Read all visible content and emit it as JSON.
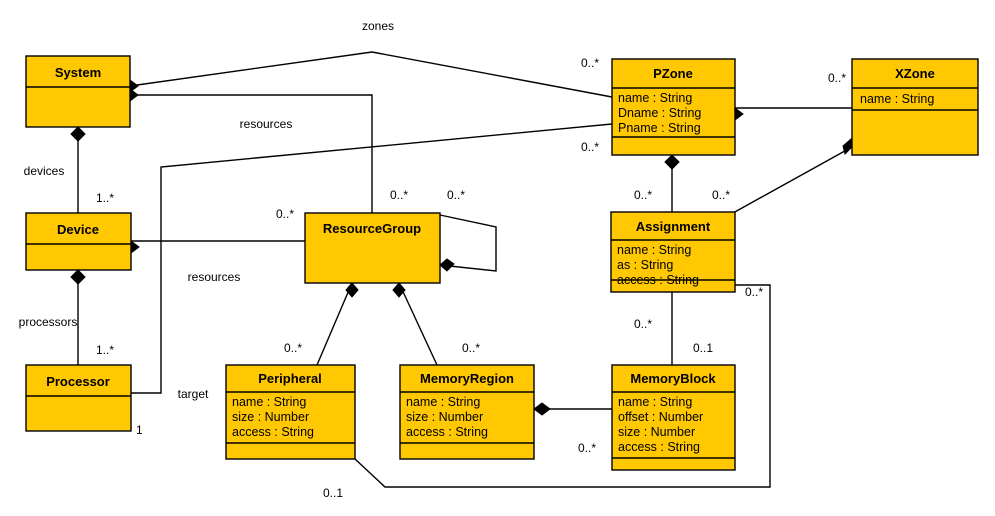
{
  "diagram": {
    "type": "uml-class-diagram",
    "background": "#FFFFFF",
    "class_fill": "#FFC800",
    "stroke": "#000000"
  },
  "classes": [
    {
      "id": "system",
      "name": "System",
      "attributes": []
    },
    {
      "id": "device",
      "name": "Device",
      "attributes": []
    },
    {
      "id": "processor",
      "name": "Processor",
      "attributes": []
    },
    {
      "id": "resourcegroup",
      "name": "ResourceGroup",
      "attributes": []
    },
    {
      "id": "pzone",
      "name": "PZone",
      "attributes": [
        "name : String",
        "Dname : String",
        "Pname : String"
      ]
    },
    {
      "id": "xzone",
      "name": "XZone",
      "attributes": [
        "name : String"
      ]
    },
    {
      "id": "assignment",
      "name": "Assignment",
      "attributes": [
        "name : String",
        "as : String",
        "access : String"
      ]
    },
    {
      "id": "peripheral",
      "name": "Peripheral",
      "attributes": [
        "name : String",
        "size : Number",
        "access : String"
      ]
    },
    {
      "id": "memoryregion",
      "name": "MemoryRegion",
      "attributes": [
        "name : String",
        "size : Number",
        "access : String"
      ]
    },
    {
      "id": "memoryblock",
      "name": "MemoryBlock",
      "attributes": [
        "name : String",
        "offset : Number",
        "size : Number",
        "access : String"
      ]
    }
  ],
  "edge_labels": [
    {
      "id": "zones",
      "text": "zones"
    },
    {
      "id": "resources1",
      "text": "resources"
    },
    {
      "id": "resources2",
      "text": "resources"
    },
    {
      "id": "devices",
      "text": "devices"
    },
    {
      "id": "processors",
      "text": "processors"
    },
    {
      "id": "target",
      "text": "target"
    }
  ],
  "multiplicities": [
    {
      "id": "m-system-devices",
      "text": "1..*"
    },
    {
      "id": "m-device-processors",
      "text": "1..*"
    },
    {
      "id": "m-processor-target",
      "text": "1"
    },
    {
      "id": "m-device-resources",
      "text": "0..*"
    },
    {
      "id": "m-rg-top",
      "text": "0..*"
    },
    {
      "id": "m-rg-self-a",
      "text": "0..*"
    },
    {
      "id": "m-pzone-top",
      "text": "0..*"
    },
    {
      "id": "m-pzone-bottom",
      "text": "0..*"
    },
    {
      "id": "m-xzone-left",
      "text": "0..*"
    },
    {
      "id": "m-assignment-top-left",
      "text": "0..*"
    },
    {
      "id": "m-assignment-top-right",
      "text": "0..*"
    },
    {
      "id": "m-assignment-right",
      "text": "0..*"
    },
    {
      "id": "m-assignment-bottom",
      "text": "0..*"
    },
    {
      "id": "m-memoryblock-top",
      "text": "0..1"
    },
    {
      "id": "m-peripheral-top",
      "text": "0..*"
    },
    {
      "id": "m-memoryregion-top",
      "text": "0..*"
    },
    {
      "id": "m-memoryblock-left",
      "text": "0..*"
    },
    {
      "id": "m-peripheral-bottom",
      "text": "0..1"
    }
  ]
}
